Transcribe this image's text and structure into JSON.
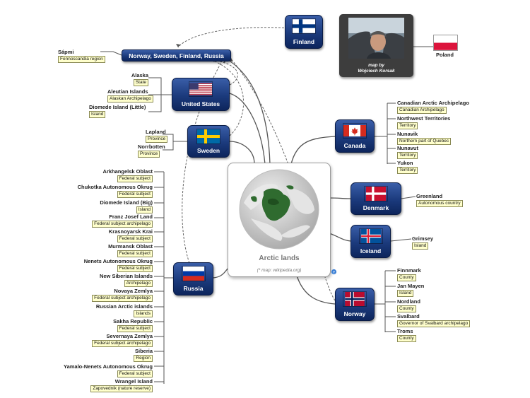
{
  "center": {
    "title": "Arctic lands",
    "caption": "(* map: wikipedia.org)"
  },
  "top_node": {
    "label": "Norway, Sweden, Finland, Russia",
    "sami": {
      "name": "Sápmi",
      "tag": "Fennoscandia region"
    }
  },
  "photo": {
    "caption_line1": "map by",
    "caption_line2": "Wojciech Korsak"
  },
  "poland": {
    "label": "Poland"
  },
  "nodes": {
    "finland": {
      "label": "Finland"
    },
    "us": {
      "label": "United States",
      "leaves": [
        {
          "name": "Alaska",
          "tag": "State"
        },
        {
          "name": "Aleutian Islands",
          "tag": "Alaskan Archipelago"
        },
        {
          "name": "Diomede Island (Little)",
          "tag": "Island"
        }
      ]
    },
    "sweden": {
      "label": "Sweden",
      "leaves": [
        {
          "name": "Lapland",
          "tag": "Province"
        },
        {
          "name": "Norrbotten",
          "tag": "Province"
        }
      ]
    },
    "russia": {
      "label": "Russia",
      "leaves": [
        {
          "name": "Arkhangelsk Oblast",
          "tag": "Federal subject"
        },
        {
          "name": "Chukotka Autonomous Okrug",
          "tag": "Federal subject"
        },
        {
          "name": "Diomede Island (Big)",
          "tag": "Island"
        },
        {
          "name": "Franz Josef Land",
          "tag": "Federal subject archipelago"
        },
        {
          "name": "Krasnoyarsk Krai",
          "tag": "Federal subject"
        },
        {
          "name": "Murmansk Oblast",
          "tag": "Federal subject"
        },
        {
          "name": "Nenets Autonomous Okrug",
          "tag": "Federal subject"
        },
        {
          "name": "New Siberian Islands",
          "tag": "Archipelago"
        },
        {
          "name": "Novaya Zemlya",
          "tag": "Federal subject archipelago"
        },
        {
          "name": "Russian Arctic islands",
          "tag": "Islands"
        },
        {
          "name": "Sakha Republic",
          "tag": "Federal subject"
        },
        {
          "name": "Severnaya Zemlya",
          "tag": "Federal subject archipelago"
        },
        {
          "name": "Siberia",
          "tag": "Region"
        },
        {
          "name": "Yamalo-Nenets Autonomous Okrug",
          "tag": "Federal subject"
        },
        {
          "name": "Wrangel Island",
          "tag": "Zapovednik (nature reserve)"
        }
      ]
    },
    "canada": {
      "label": "Canada",
      "leaves": [
        {
          "name": "Canadian Arctic Archipelago",
          "tag": "Canadian Archipelago"
        },
        {
          "name": "Northwest Territories",
          "tag": "Territory"
        },
        {
          "name": "Nunavik",
          "tag": "Northern part of Quebec"
        },
        {
          "name": "Nunavut",
          "tag": "Territory"
        },
        {
          "name": "Yukon",
          "tag": "Territory"
        }
      ]
    },
    "denmark": {
      "label": "Denmark",
      "leaves": [
        {
          "name": "Greenland",
          "tag": "Autonomous country"
        }
      ]
    },
    "iceland": {
      "label": "Iceland",
      "leaves": [
        {
          "name": "Grimsey",
          "tag": "Island"
        }
      ]
    },
    "norway": {
      "label": "Norway",
      "leaves": [
        {
          "name": "Finnmark",
          "tag": "County"
        },
        {
          "name": "Jan Mayen",
          "tag": "Island"
        },
        {
          "name": "Nordland",
          "tag": "County"
        },
        {
          "name": "Svalbard",
          "tag": "Governor of Svalbard archipelago"
        },
        {
          "name": "Troms",
          "tag": "County"
        }
      ]
    }
  },
  "colors": {
    "node_blue": "#1b3a7c",
    "tag_bg": "#ffffcc",
    "ocean": "#c8c8c8",
    "arctic_land": "#2f6b2f",
    "line": "#555555"
  }
}
